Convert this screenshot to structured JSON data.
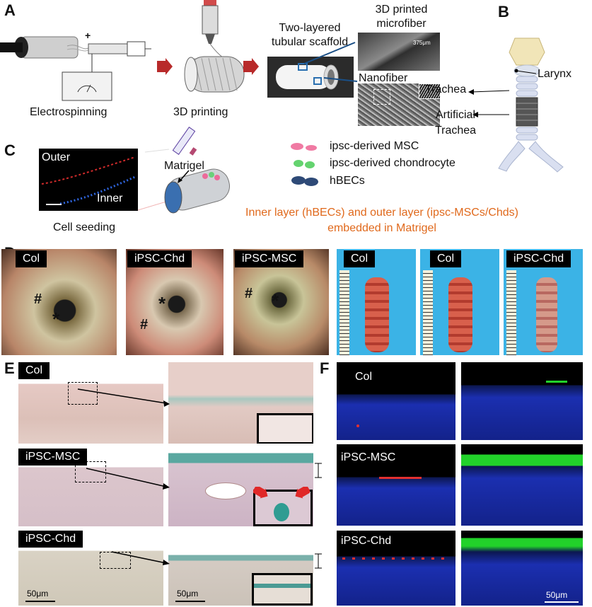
{
  "labels": {
    "A": "A",
    "B": "B",
    "C": "C",
    "D": "D",
    "E": "E",
    "F": "F"
  },
  "panelA": {
    "electrospinning": "Electrospinning",
    "printing": "3D printing",
    "scaffold": "Two-layered tubular scaffold",
    "microfiber": "3D printed microfiber",
    "nanofiber": "Nanofiber",
    "plus": "+",
    "micro_scale": "375μm"
  },
  "panelB": {
    "larynx": "Larynx",
    "trachea": "Trachea",
    "artificial": "Artificial Trachea"
  },
  "panelC": {
    "outer": "Outer",
    "inner": "Inner",
    "seeding": "Cell seeding",
    "matrigel": "Matrigel",
    "legend": [
      "ipsc-derived MSC",
      "ipsc-derived chondrocyte",
      "hBECs"
    ],
    "note1": "Inner layer (hBECs) and outer layer (ipsc-MSCs/Chds)",
    "note2": "embedded in Matrigel",
    "note_color": "#e0691c"
  },
  "panelD": {
    "endo": [
      "Col",
      "iPSC-Chd",
      "iPSC-MSC"
    ],
    "gross": [
      "Col",
      "Col",
      "iPSC-Chd"
    ],
    "hash": "#",
    "star": "*"
  },
  "panelE": {
    "rows": [
      "Col",
      "iPSC-MSC",
      "iPSC-Chd"
    ],
    "scale": "50μm"
  },
  "panelF": {
    "rows": [
      "Col",
      "iPSC-MSC",
      "iPSC-Chd"
    ],
    "scale": "50μm"
  },
  "colors": {
    "arrow_red": "#c0392b",
    "fluor_blue": "#1e2fb0",
    "fluor_green": "#22d22a",
    "fluor_red": "#e23030"
  }
}
